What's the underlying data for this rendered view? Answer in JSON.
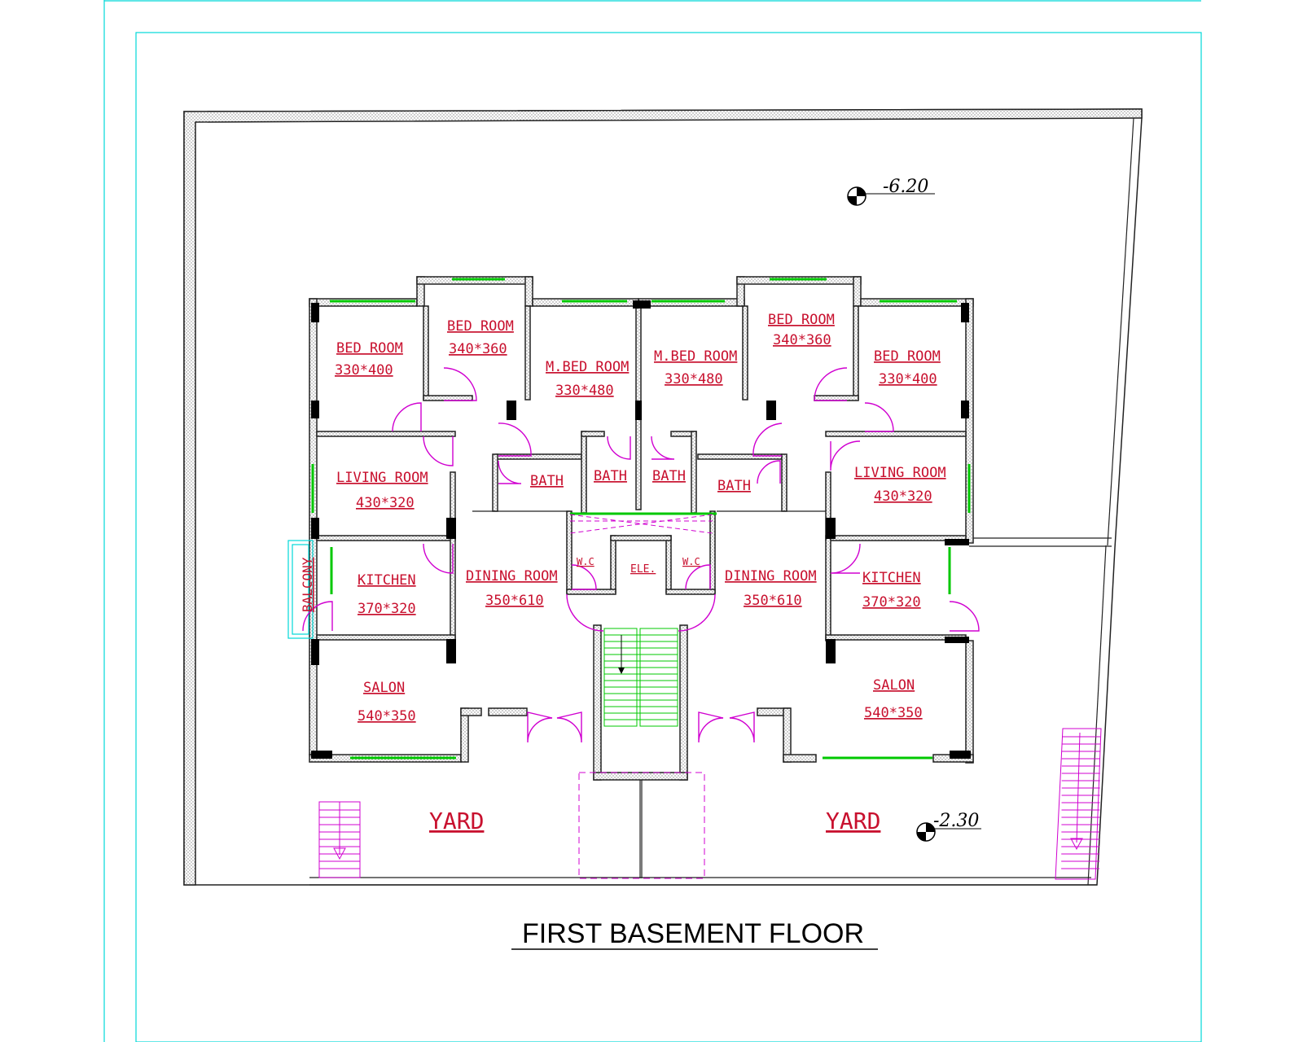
{
  "title": "FIRST BASEMENT FLOOR",
  "levels": {
    "top": "-6.20",
    "bottom": "-2.30"
  },
  "rooms": {
    "bed_room_w1": {
      "name": "BED ROOM",
      "dim": "330*400"
    },
    "bed_room_w2": {
      "name": "BED ROOM",
      "dim": "340*360"
    },
    "mbed_room_w": {
      "name": "M.BED ROOM",
      "dim": "330*480"
    },
    "mbed_room_e": {
      "name": "M.BED ROOM",
      "dim": "330*480"
    },
    "bed_room_e2": {
      "name": "BED ROOM",
      "dim": "340*360"
    },
    "bed_room_e1": {
      "name": "BED ROOM",
      "dim": "330*400"
    },
    "living_w": {
      "name": "LIVING ROOM",
      "dim": "430*320"
    },
    "living_e": {
      "name": "LIVING ROOM",
      "dim": "430*320"
    },
    "bath_1": {
      "name": "BATH"
    },
    "bath_2": {
      "name": "BATH"
    },
    "bath_3": {
      "name": "BATH"
    },
    "bath_4": {
      "name": "BATH"
    },
    "kitchen_w": {
      "name": "KITCHEN",
      "dim": "370*320"
    },
    "kitchen_e": {
      "name": "KITCHEN",
      "dim": "370*320"
    },
    "dining_w": {
      "name": "DINING ROOM",
      "dim": "350*610"
    },
    "dining_e": {
      "name": "DINING ROOM",
      "dim": "350*610"
    },
    "wc_w": {
      "name": "W.C"
    },
    "wc_e": {
      "name": "W.C"
    },
    "ele": {
      "name": "ELE."
    },
    "balcony": {
      "name": "BALCONY"
    },
    "salon_w": {
      "name": "SALON",
      "dim": "540*350"
    },
    "salon_e": {
      "name": "SALON",
      "dim": "540*350"
    },
    "yard_w": {
      "name": "YARD"
    },
    "yard_e": {
      "name": "YARD"
    }
  }
}
